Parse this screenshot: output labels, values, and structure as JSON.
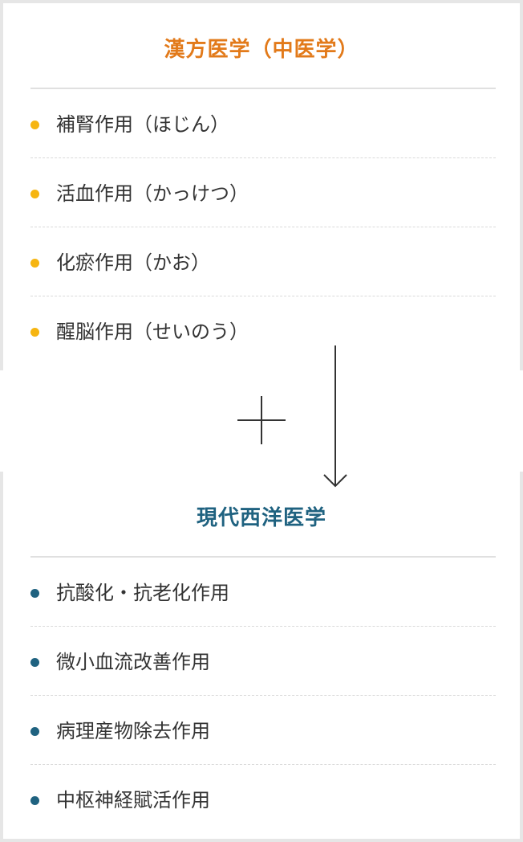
{
  "kampo": {
    "title": "漢方医学（中医学）",
    "items": [
      "補腎作用（ほじん）",
      "活血作用（かっけつ）",
      "化瘀作用（かお）",
      "醒脳作用（せいのう）"
    ]
  },
  "modern": {
    "title": "現代西洋医学",
    "items": [
      "抗酸化・抗老化作用",
      "微小血流改善作用",
      "病理産物除去作用",
      "中枢神経賦活作用"
    ]
  },
  "colors": {
    "kampo_title": "#e27a1a",
    "kampo_bullet": "#f6b511",
    "modern_title": "#1f6280",
    "modern_bullet": "#1f6280"
  },
  "icons": {
    "combine": "plus-icon",
    "flow": "arrow-down-icon"
  }
}
